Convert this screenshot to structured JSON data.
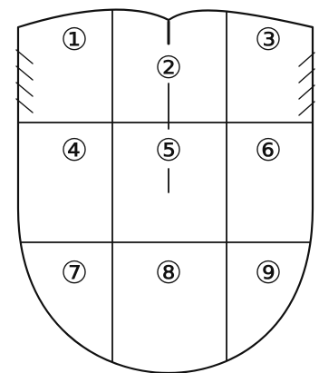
{
  "zones": [
    {
      "id": 1,
      "label": "①"
    },
    {
      "id": 2,
      "label": "②"
    },
    {
      "id": 3,
      "label": "③"
    },
    {
      "id": 4,
      "label": "④"
    },
    {
      "id": 5,
      "label": "⑤"
    },
    {
      "id": 6,
      "label": "⑥"
    },
    {
      "id": 7,
      "label": "⑦"
    },
    {
      "id": 8,
      "label": "⑧"
    },
    {
      "id": 9,
      "label": "⑨"
    }
  ]
}
